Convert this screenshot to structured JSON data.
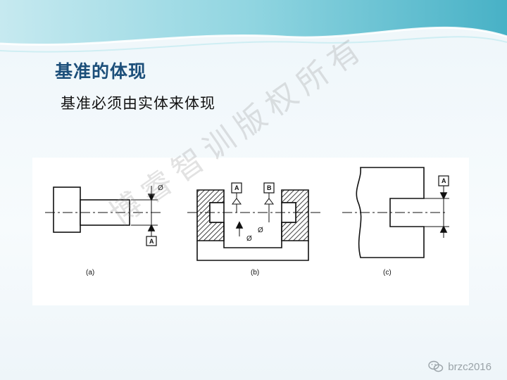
{
  "slide": {
    "title": "基准的体现",
    "subtitle": "基准必须由实体来体现",
    "watermark": "博睿智训版权所有",
    "brand": "brzc2016"
  },
  "figures": {
    "captions": [
      "(a)",
      "(b)",
      "(c)"
    ],
    "datum_labels": [
      "A",
      "A",
      "B",
      "A"
    ],
    "diameter_symbol": "Ø"
  },
  "colors": {
    "title": "#1c4f7a",
    "wave_teal": "#8fd3dc",
    "wave_deep": "#2fa9bf"
  }
}
